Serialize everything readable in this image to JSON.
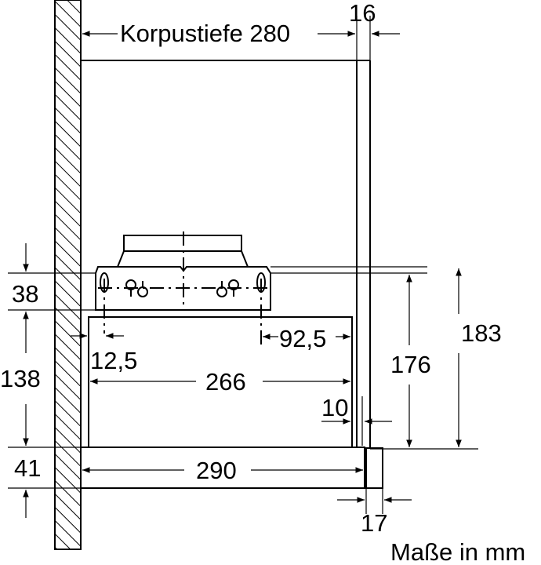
{
  "dimensions": {
    "korpustiefe": "Korpustiefe 280",
    "d16": "16",
    "d38": "38",
    "d138": "138",
    "d41": "41",
    "d12_5": "12,5",
    "d92_5": "92,5",
    "d266": "266",
    "d10": "10",
    "d290": "290",
    "d17": "17",
    "d176": "176",
    "d183": "183"
  },
  "caption": "Maße in mm"
}
